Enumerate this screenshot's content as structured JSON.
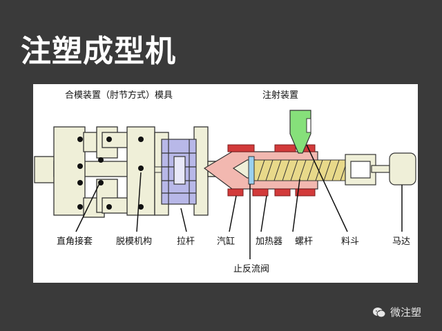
{
  "slide": {
    "title": "注塑成型机"
  },
  "diagram": {
    "top_labels": {
      "clamping": "合模装置（肘节方式）模具",
      "injection": "注射装置"
    },
    "parts": {
      "toggle_sleeve": "直角接套",
      "ejector": "脱模机构",
      "tie_bar": "拉杆",
      "cylinder": "汽缸",
      "heater": "加热器",
      "screw": "螺杆",
      "hopper": "料斗",
      "motor": "马达",
      "check_valve": "止反流阀"
    },
    "colors": {
      "frame": "#efefd8",
      "mold": "#b8b8e8",
      "heater": "#d23a3a",
      "hopper": "#86e07a",
      "screw": "#e8d98a",
      "nozzle": "#f2b8b0"
    }
  },
  "watermark": {
    "text": "微注塑",
    "icon": "wechat-icon"
  }
}
